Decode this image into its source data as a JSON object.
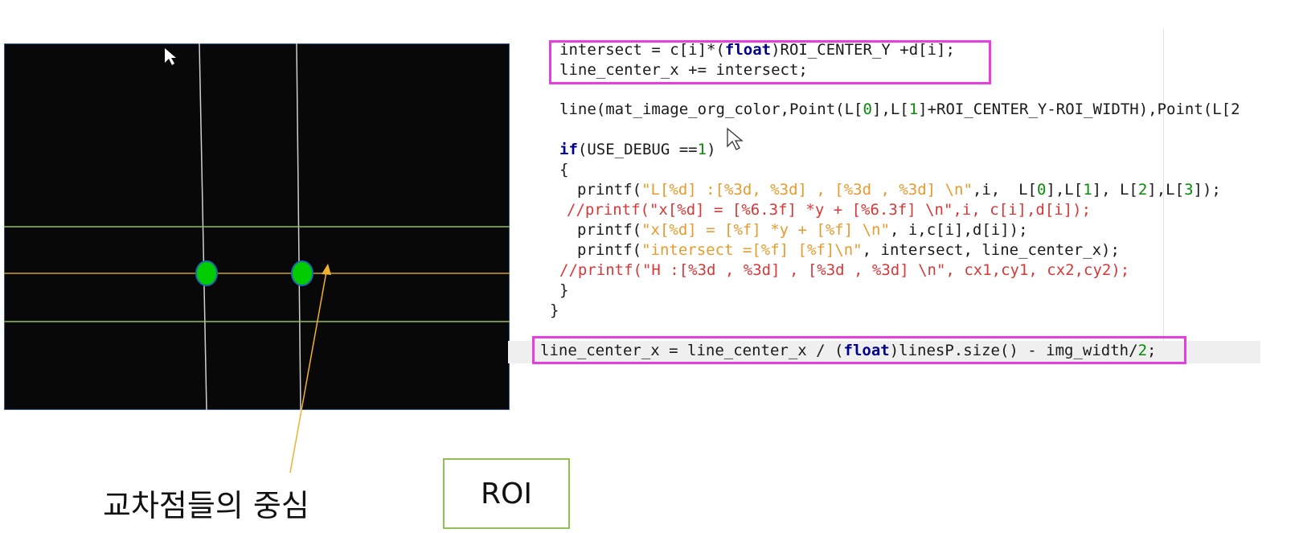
{
  "annotations": {
    "caption": "교차점들의 중심",
    "roi_label": "ROI"
  },
  "code": {
    "l1a": "intersect = c[i]*(",
    "l1kw": "float",
    "l1b": ")ROI_CENTER_Y +d[i];",
    "l2": "line_center_x += intersect;",
    "l3a": "line(mat_image_org_color,Point(L[",
    "l3n1": "0",
    "l3b": "],L[",
    "l3n2": "1",
    "l3c": "]+ROI_CENTER_Y-ROI_WIDTH),Point(L[2",
    "l4kw": "if",
    "l4a": "(USE_DEBUG ==",
    "l4n": "1",
    "l4b": ")",
    "l5": "{",
    "l6a": "printf(",
    "l6s": "\"L[%d] :[%3d, %3d] , [%3d , %3d] \\n\"",
    "l6b": ",i,  L[",
    "l6n0": "0",
    "l6c": "],L[",
    "l6n1": "1",
    "l6d": "], L[",
    "l6n2": "2",
    "l6e": "],L[",
    "l6n3": "3",
    "l6f": "]);",
    "l7": "//printf(\"x[%d] = [%6.3f] *y + [%6.3f] \\n\",i, c[i],d[i]);",
    "l8a": "printf(",
    "l8s": "\"x[%d] = [%f] *y + [%f] \\n\"",
    "l8b": ", i,c[i],d[i]);",
    "l9a": "printf(",
    "l9s": "\"intersect =[%f] [%f]\\n\"",
    "l9b": ", intersect, line_center_x);",
    "l10": "//printf(\"H :[%3d , %3d] , [%3d , %3d] \\n\", cx1,cy1, cx2,cy2);",
    "l11": "}",
    "l12": "}",
    "l13a": "line_center_x = line_center_x / (",
    "l13kw": "float",
    "l13b": ")linesP.size() - img_width/",
    "l13n": "2",
    "l13c": ";"
  },
  "colors": {
    "highlight_box": "#e83ee0",
    "roi_green": "#8fbf55",
    "roi_center_line": "#c8a020",
    "intersection_point": "#00cc00",
    "arrow": "#f0b030"
  }
}
